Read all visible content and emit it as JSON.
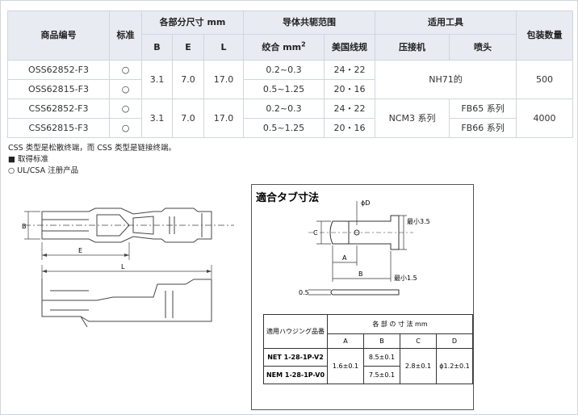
{
  "spec_table": {
    "headers": {
      "part_no": "商品编号",
      "standard": "标准",
      "dims_group": "各部分尺寸 mm",
      "dim_b": "B",
      "dim_e": "E",
      "dim_l": "L",
      "conductor_group": "导体共轭范围",
      "twisted": "绞合 mm",
      "twisted_exp": "2",
      "awg": "美国线规",
      "tools_group": "适用工具",
      "crimper": "压接机",
      "applicator": "喷头",
      "package": "包装数量"
    },
    "rows": [
      {
        "part": "OSS62852-F3",
        "std": "○",
        "awg": "24・22",
        "mm2": "0.2~0.3"
      },
      {
        "part": "OSS62815-F3",
        "std": "○",
        "awg": "20・16",
        "mm2": "0.5~1.25"
      },
      {
        "part": "CSS62852-F3",
        "std": "○",
        "awg": "24・22",
        "mm2": "0.2~0.3"
      },
      {
        "part": "CSS62815-F3",
        "std": "○",
        "awg": "20・16",
        "mm2": "0.5~1.25"
      }
    ],
    "group1": {
      "b": "3.1",
      "e": "7.0",
      "l": "17.0",
      "tool": "NH71的",
      "qty": "500"
    },
    "group2": {
      "b": "3.1",
      "e": "7.0",
      "l": "17.0",
      "tool": "NCM3 系列",
      "app1": "FB65 系列",
      "app2": "FB66 系列",
      "qty": "4000"
    }
  },
  "notes": [
    "CSS 类型是松散终端，而 CSS 类型是链接终端。",
    "■ 取得标准",
    "○ UL/CSA 注册产品"
  ],
  "terminal_drawing": {
    "label_b": "B",
    "label_e": "E",
    "label_l": "L"
  },
  "tab_drawing": {
    "title": "適合タブ寸法",
    "label_phi_d": "ϕD",
    "label_c": "C",
    "label_a": "A",
    "label_b": "B",
    "label_min35": "最小3.5",
    "label_min15": "最小1.5",
    "label_05": "0.5"
  },
  "dims_table": {
    "housing_label": "適用ハウジング品番",
    "group_label": "各 部 の 寸 法 mm",
    "col_a": "A",
    "col_b": "B",
    "col_c": "C",
    "col_d": "D",
    "row1_name": "NET 1-28-1P-V2",
    "row2_name": "NEM 1-28-1P-V0",
    "a": "1.6±0.1",
    "b1": "8.5±0.1",
    "b2": "7.5±0.1",
    "c": "2.8±0.1",
    "d": "ϕ1.2±0.1"
  }
}
